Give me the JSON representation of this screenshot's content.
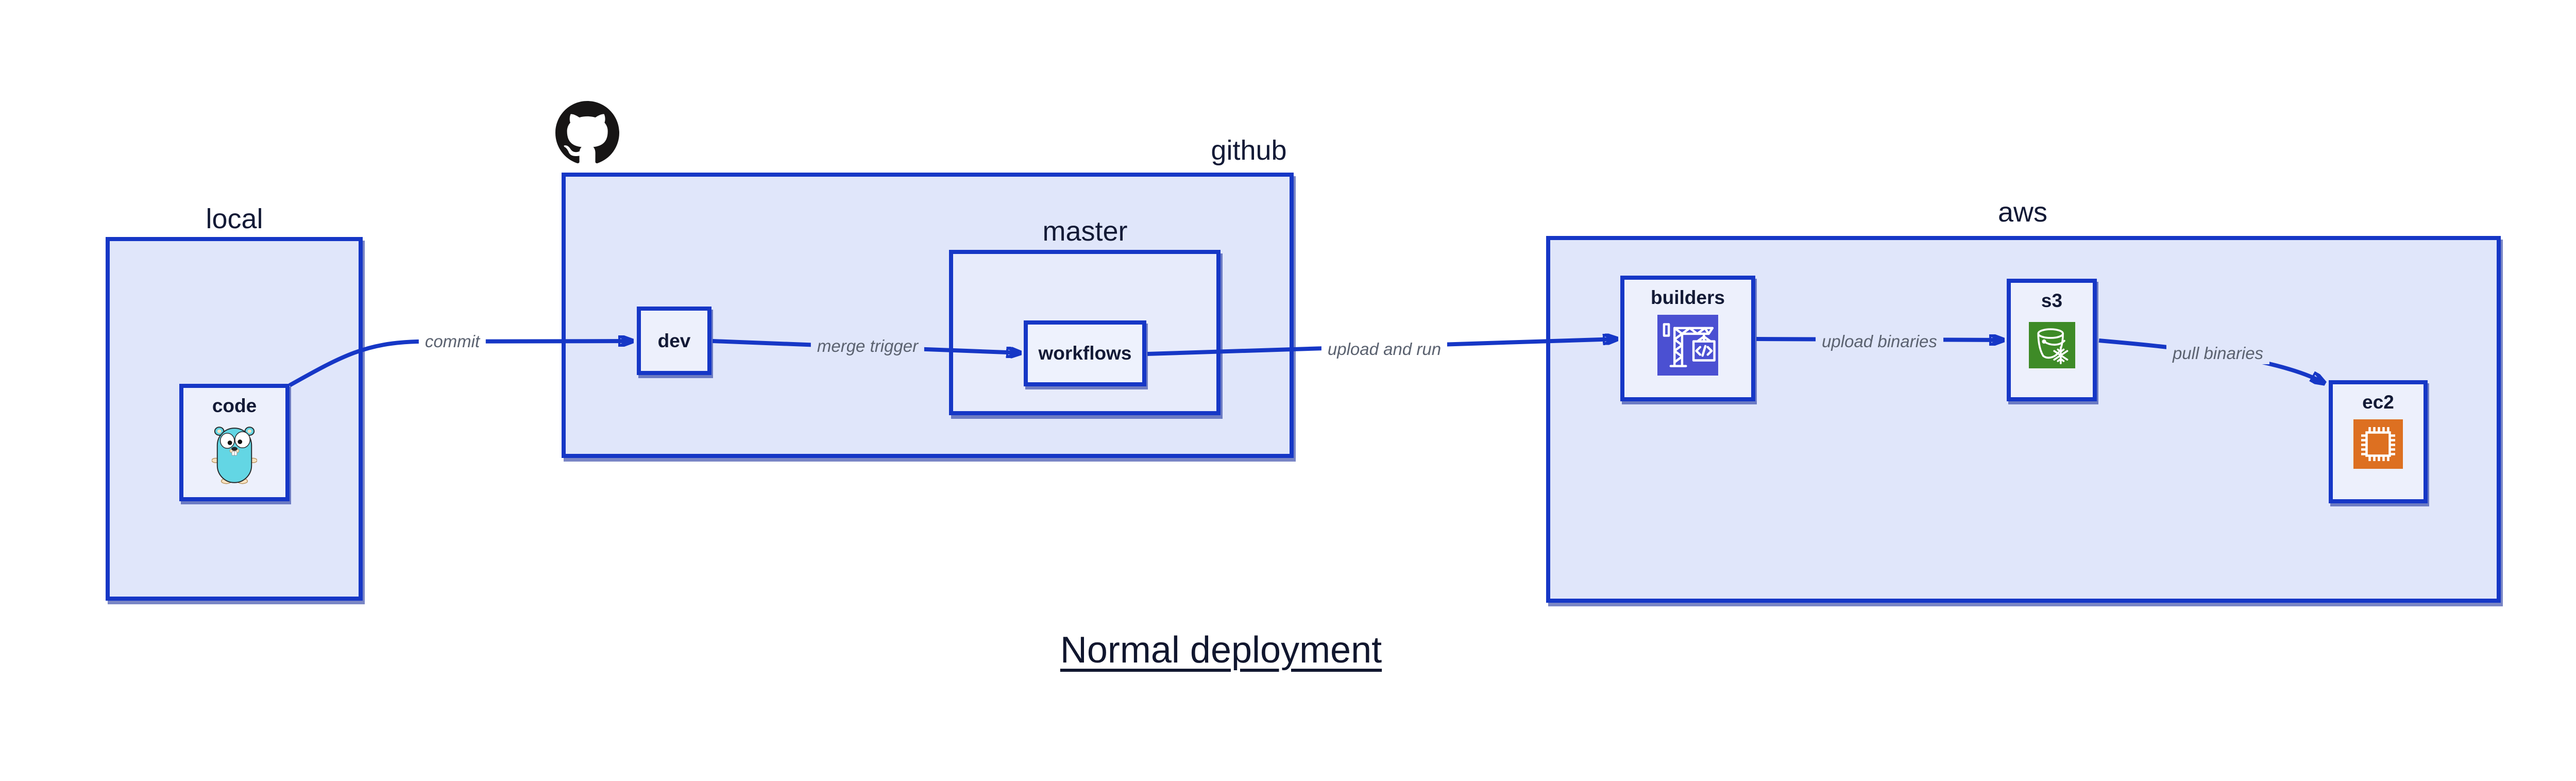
{
  "title": "Normal deployment",
  "groups": {
    "local": {
      "label": "local"
    },
    "github": {
      "label": "github"
    },
    "master": {
      "label": "master"
    },
    "aws": {
      "label": "aws"
    }
  },
  "nodes": {
    "code": {
      "label": "code"
    },
    "dev": {
      "label": "dev"
    },
    "workflows": {
      "label": "workflows"
    },
    "builders": {
      "label": "builders"
    },
    "s3": {
      "label": "s3"
    },
    "ec2": {
      "label": "ec2"
    }
  },
  "edges": {
    "commit": {
      "label": "commit"
    },
    "merge_trigger": {
      "label": "merge trigger"
    },
    "upload_and_run": {
      "label": "upload and run"
    },
    "upload_binaries": {
      "label": "upload binaries"
    },
    "pull_binaries": {
      "label": "pull binaries"
    }
  },
  "icons": {
    "github_logo": "github-octocat-mark",
    "code": "go-gopher",
    "builders": "aws-codebuild-crane",
    "s3": "aws-s3-glacier-bucket-snowflake",
    "ec2": "aws-ec2-chip"
  },
  "colors": {
    "border_and_edge_blue": "#1637c6",
    "group_fill": "#e0e6fa",
    "node_fill": "#edf0fc",
    "edge_label_gray": "#5b6270",
    "label_navy": "#131a36",
    "builders_icon_bg": "#4b50d2",
    "s3_icon_bg": "#3e8b27",
    "ec2_icon_bg": "#dd7021",
    "gopher_teal": "#63d6e4",
    "github_black": "#171515",
    "page_background": "#ffffff"
  }
}
